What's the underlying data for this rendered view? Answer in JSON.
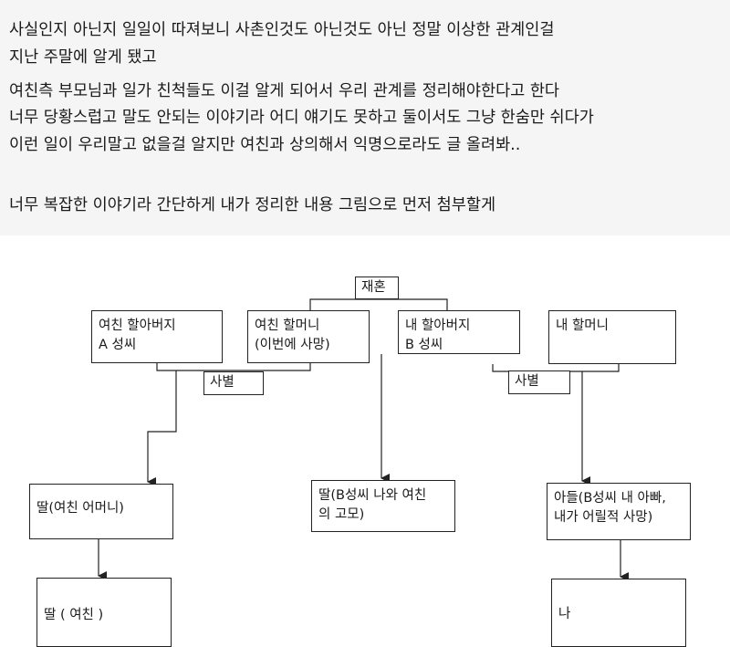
{
  "post": {
    "lines": [
      "사실인지 아닌지 일일이 따져보니 사촌인것도 아닌것도 아닌 정말 이상한 관계인걸",
      "지난 주말에 알게 됐고",
      "여친측 부모님과 일가 친척들도 이걸 알게 되어서 우리 관계를 정리해야한다고 한다",
      "너무 당황스럽고 말도 안되는 이야기라 어디 얘기도 못하고 둘이서도 그냥 한숨만 쉬다가",
      "이런 일이 우리말고 없을걸 알지만 여친과 상의해서 익명으로라도 글 올려봐..",
      "너무 복잡한 이야기라 간단하게 내가 정리한 내용 그림으로 먼저 첨부할게"
    ]
  },
  "diagram": {
    "labels": {
      "remarriage": "재혼",
      "bereaved_left": "사별",
      "bereaved_right": "사별"
    },
    "nodes": {
      "gf_grandfather": [
        "여친 할아버지",
        "A 성씨"
      ],
      "gf_grandmother": [
        "여친 할머니",
        "(이번에 사망)"
      ],
      "my_grandfather": [
        "내 할아버지",
        "B 성씨"
      ],
      "my_grandmother": [
        "내 할머니"
      ],
      "daughter_gf_mother": [
        "딸(여친 어머니)"
      ],
      "daughter_aunt": [
        "딸(B성씨 나와 여친",
        "의 고모)"
      ],
      "son_my_father": [
        "아들(B성씨 내 아빠,",
        "내가 어릴적 사망)"
      ],
      "daughter_gf": [
        "딸 ( 여친 )"
      ],
      "me": [
        "나"
      ]
    }
  }
}
